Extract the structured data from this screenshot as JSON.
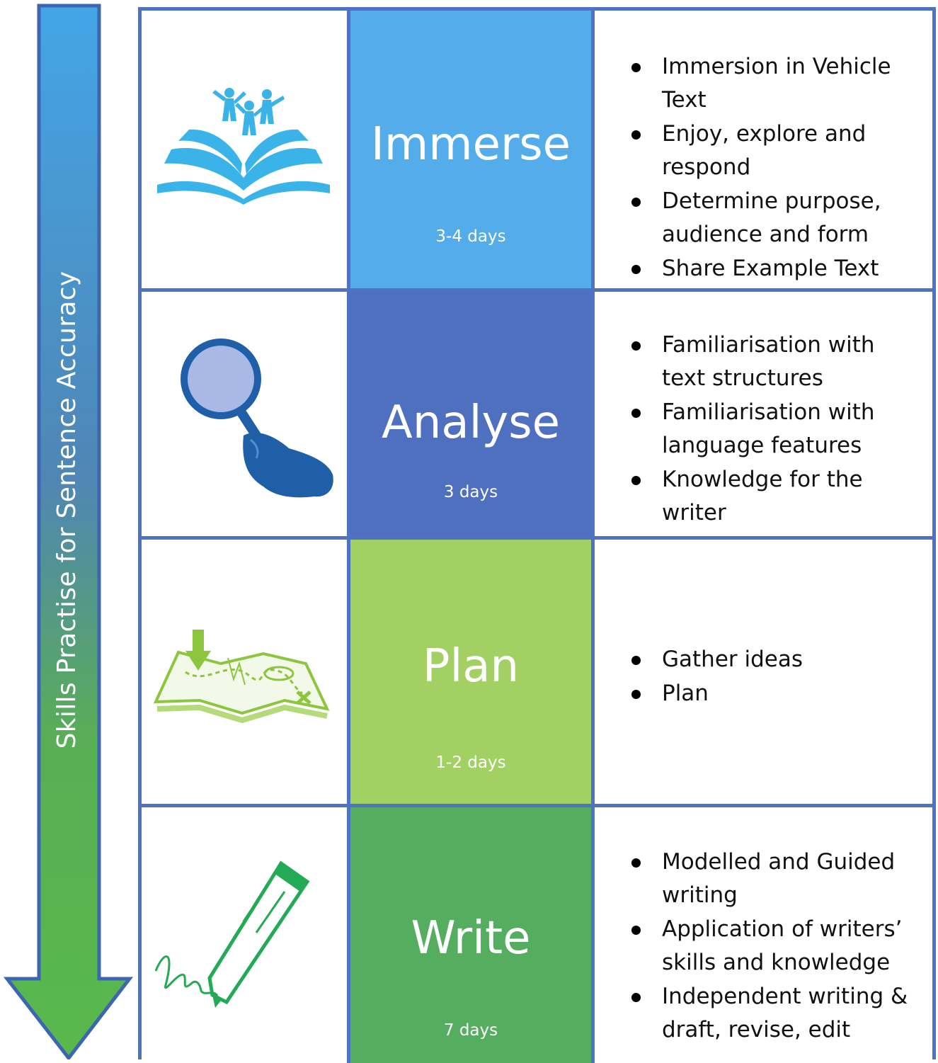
{
  "side_arrow": {
    "label": "Skills Practise for Sentence Accuracy"
  },
  "stages": [
    {
      "name": "Immerse",
      "days": "3-4 days",
      "color": "#54acea",
      "icon": "book-icon",
      "points": [
        "Immersion in Vehicle Text",
        "Enjoy, explore and respond",
        "Determine purpose, audience and form",
        "Share Example Text"
      ]
    },
    {
      "name": "Analyse",
      "days": "3 days",
      "color": "#4f6fbf",
      "icon": "magnifying-glass-icon",
      "points": [
        "Familiarisation with text structures",
        "Familiarisation with language features",
        "Knowledge for the writer"
      ]
    },
    {
      "name": "Plan",
      "days": "1-2 days",
      "color": "#a3d063",
      "icon": "map-icon",
      "points": [
        "Gather ideas",
        "Plan"
      ]
    },
    {
      "name": "Write",
      "days": "7 days",
      "color": "#55ad5f",
      "icon": "pencil-icon",
      "points": [
        "Modelled and Guided writing",
        "Application of writers’ skills and knowledge",
        "Independent writing & draft, revise, edit"
      ]
    }
  ]
}
